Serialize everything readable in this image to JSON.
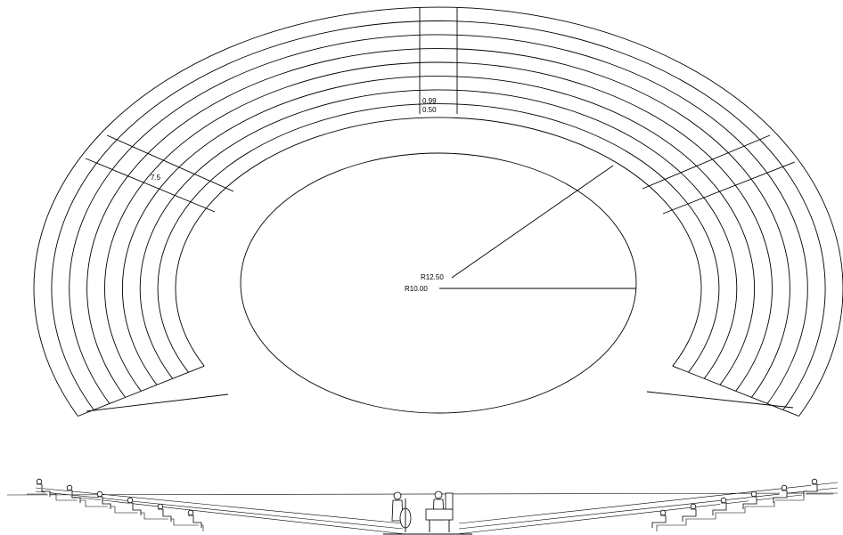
{
  "plan": {
    "dimension_labels": {
      "outer_radius": "R12.50",
      "inner_radius": "R10.00",
      "row_width": "0.99",
      "row_step": "0.50",
      "side_dimension": "7.5"
    },
    "seating_rows": 8
  },
  "section": {
    "spectators_per_side": 6,
    "performers": 2
  }
}
